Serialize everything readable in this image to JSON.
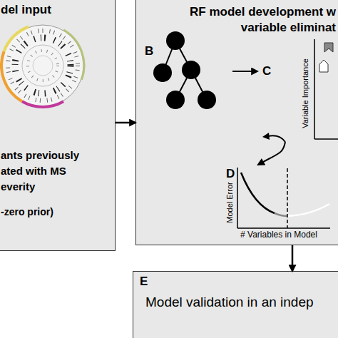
{
  "diagram": {
    "nodes": [
      {
        "text": [
          "del input",
          "ants previously ated with MS everity",
          "-zero prior)"
        ]
      },
      {
        "text": [
          "RF model development w variable eliminat"
        ]
      },
      {
        "text": [
          "B"
        ],
        "in": 1
      },
      {
        "text": [
          "C",
          "Variable Importance"
        ],
        "in": 1
      },
      {
        "text": [
          "D",
          "Model Error",
          "# Variables in Model"
        ],
        "in": 1
      },
      {
        "text": [
          "E",
          "Model validation in an indep"
        ]
      }
    ],
    "edges": [
      {
        "from": 0,
        "to": 1,
        "arrow": "to"
      },
      {
        "from": 2,
        "to": 3,
        "arrow": "to"
      },
      {
        "from": 3,
        "to": 4,
        "arrow": "to"
      },
      {
        "from": 1,
        "to": 5,
        "arrow": "to"
      }
    ]
  }
}
